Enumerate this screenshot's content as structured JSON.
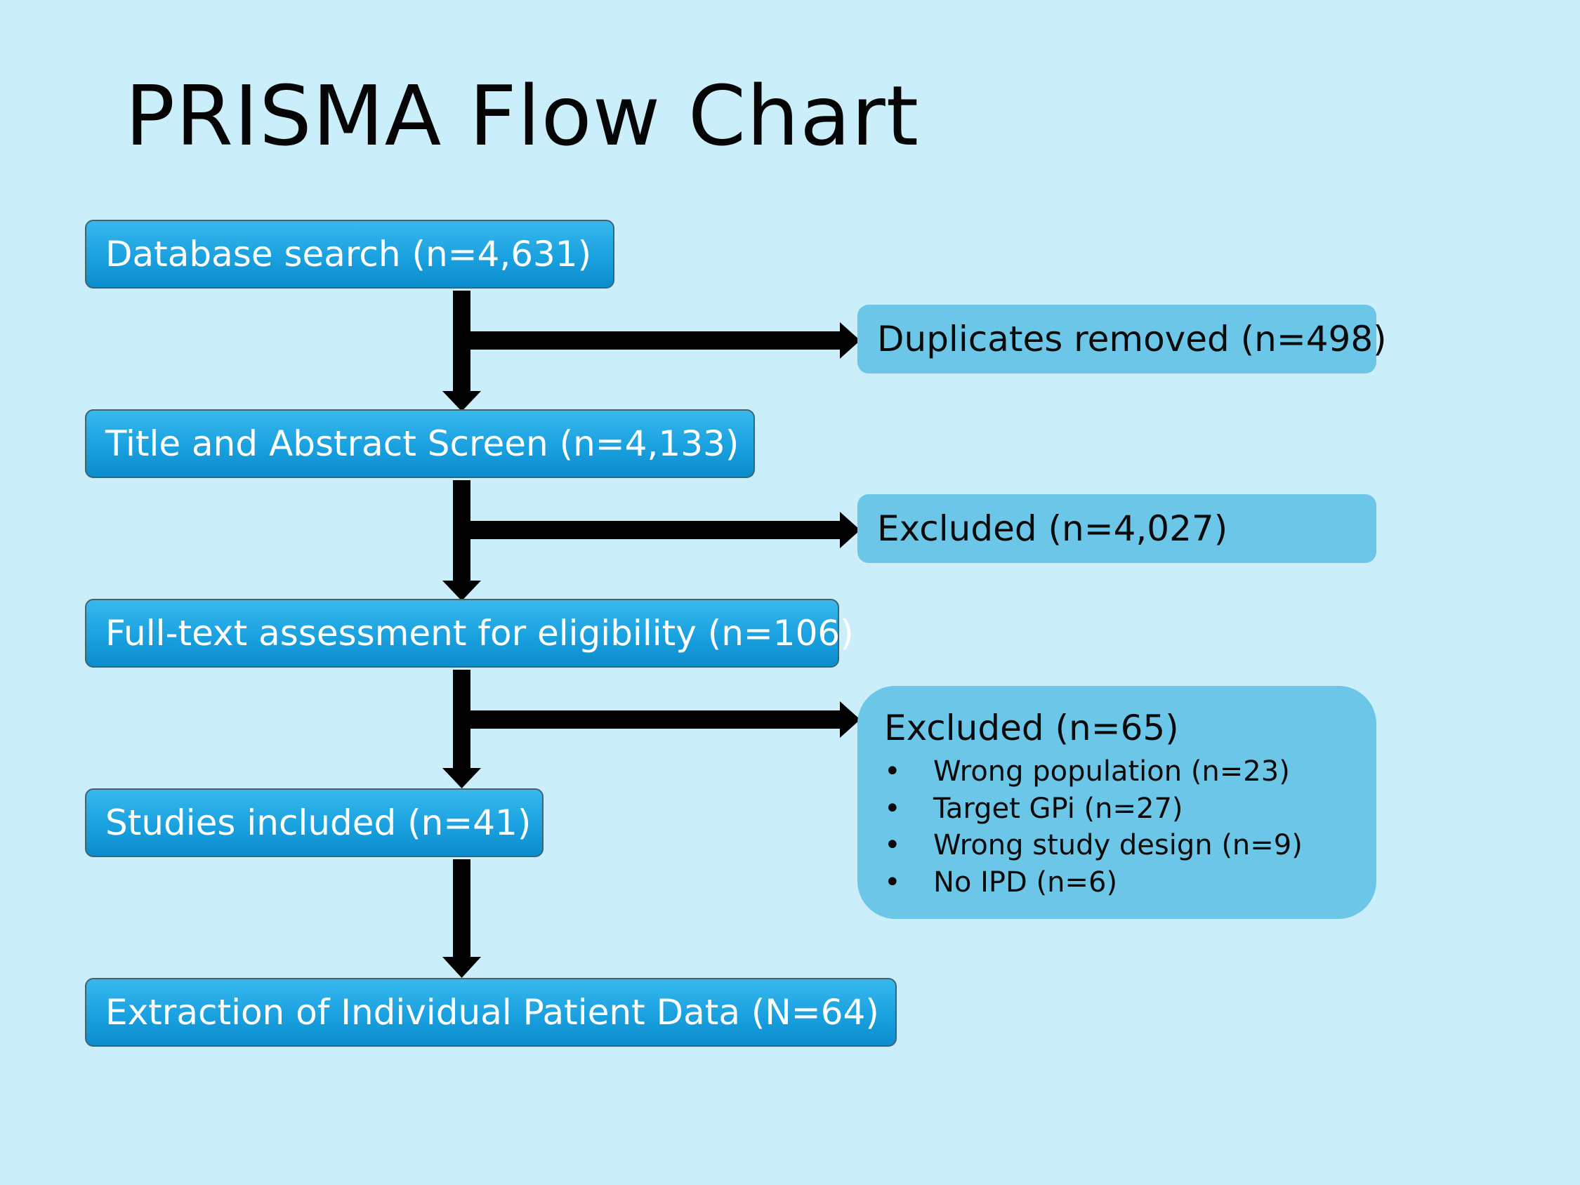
{
  "title": "PRISMA Flow Chart",
  "steps": [
    {
      "label": "Database search (n=4,631)"
    },
    {
      "label": "Title and Abstract Screen (n=4,133)"
    },
    {
      "label": "Full-text assessment for eligibility (n=106)"
    },
    {
      "label": "Studies included (n=41)"
    },
    {
      "label": "Extraction of Individual Patient Data (N=64)"
    }
  ],
  "side_boxes": [
    {
      "label": "Duplicates removed (n=498)"
    },
    {
      "label": "Excluded (n=4,027)"
    },
    {
      "label": "Excluded (n=65)",
      "bullet": "•",
      "reasons": [
        "Wrong population (n=23)",
        "Target GPi (n=27)",
        "Wrong study design (n=9)",
        "No IPD (n=6)"
      ]
    }
  ],
  "colors": {
    "background": "#cbeefb",
    "step_box": "#1aa1df",
    "step_border": "#3f6472",
    "side_box": "#6cc6e8",
    "arrow": "#000000",
    "title_text": "#050505"
  }
}
